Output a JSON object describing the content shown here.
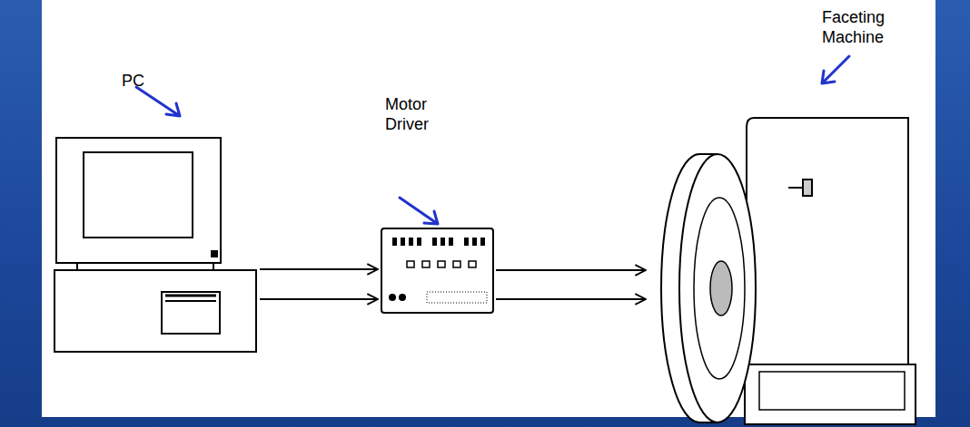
{
  "diagram": {
    "nodes": [
      {
        "text": [
          "PC"
        ]
      },
      {
        "text": [
          "Motor Driver"
        ]
      },
      {
        "text": [
          "Faceting Machine"
        ]
      }
    ],
    "edges": [
      {
        "from": 0,
        "to": 1,
        "arrow": "to"
      },
      {
        "from": 0,
        "to": 1,
        "arrow": "to"
      },
      {
        "from": 1,
        "to": 2,
        "arrow": "to"
      },
      {
        "from": 1,
        "to": 2,
        "arrow": "to"
      }
    ]
  }
}
